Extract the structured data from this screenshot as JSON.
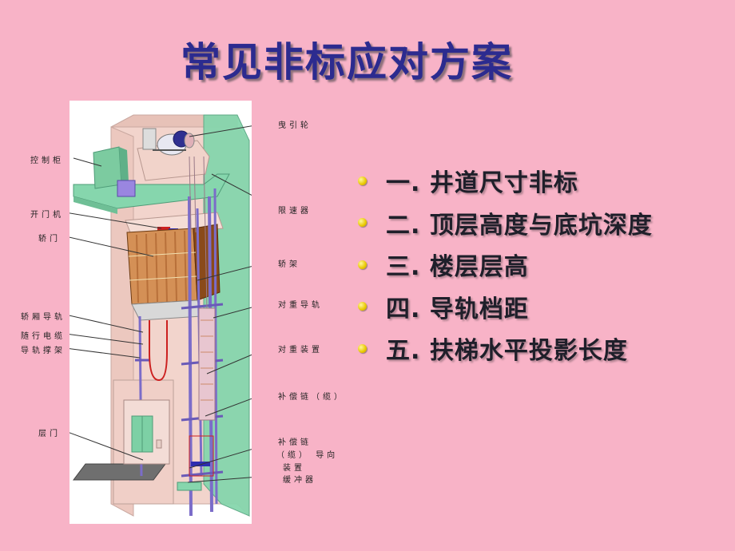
{
  "slide": {
    "title": "常见非标应对方案"
  },
  "bullets": [
    "一. 井道尺寸非标",
    "二. 顶层高度与底坑深度",
    "三. 楼层层高",
    "四. 导轨档距",
    "五. 扶梯水平投影长度"
  ],
  "diagram": {
    "left_labels": {
      "control_cabinet": "控制柜",
      "door_operator": "开门机",
      "car_door": "轿门",
      "car_guide_rail": "轿厢导轨",
      "traveling_cable": "随行电缆",
      "rail_bracket": "导轨撑架",
      "landing_door": "层门"
    },
    "right_labels": {
      "traction_machine": "曳引轮",
      "speed_governor": "限速器",
      "car_frame": "轿架",
      "cw_guide_rail": "对重导轨",
      "counterweight": "对重装置",
      "comp_chain": "补偿链",
      "comp_chain_suffix": "（缆）",
      "comp_guide_1": "补偿链",
      "comp_guide_2a": "（缆）",
      "comp_guide_2b": "导向",
      "comp_guide_3": "装置",
      "buffer": "缓冲器"
    },
    "colors": {
      "shaft": "#f4d7cf",
      "green": "#86d6ad",
      "rail": "#7b6cc9",
      "car_wood": "#c9844a",
      "car_dark": "#6b3a12"
    }
  }
}
